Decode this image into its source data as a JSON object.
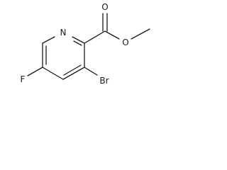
{
  "molecule": {
    "atoms": {
      "ring_nitrogen": "N",
      "fluorine": "F",
      "bromine": "Br",
      "carbonyl_oxygen": "O",
      "ester_oxygen": "O"
    }
  },
  "colors": {
    "bond": "#1a1a1a",
    "label": "#1a1a1a",
    "background": "#ffffff"
  }
}
